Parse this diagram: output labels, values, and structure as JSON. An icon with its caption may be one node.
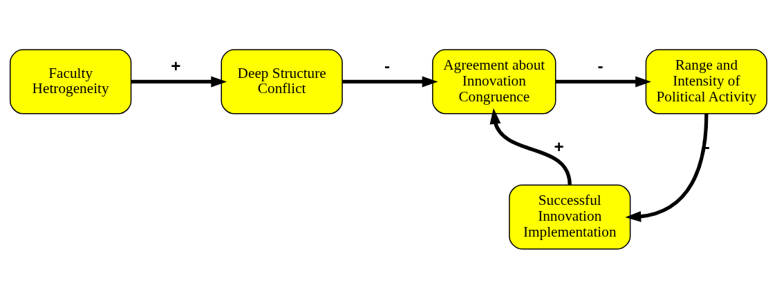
{
  "diagram": {
    "nodes": [
      {
        "text": [
          "Faculty Hetrogeneity"
        ]
      },
      {
        "text": [
          "Deep Structure Conflict"
        ]
      },
      {
        "text": [
          "Agreement about Innovation Congruence"
        ]
      },
      {
        "text": [
          "Range and Intensity of Political Activity"
        ]
      },
      {
        "text": [
          "Successful Innovation Implementation"
        ]
      }
    ],
    "edges": [
      {
        "from": 0,
        "to": 1,
        "arrow": "to",
        "label": "+"
      },
      {
        "from": 1,
        "to": 2,
        "arrow": "to",
        "label": "-"
      },
      {
        "from": 2,
        "to": 3,
        "arrow": "to",
        "label": "-"
      },
      {
        "from": 3,
        "to": 4,
        "arrow": "to",
        "label": "-"
      },
      {
        "from": 4,
        "to": 2,
        "arrow": "to",
        "label": "+"
      }
    ]
  }
}
